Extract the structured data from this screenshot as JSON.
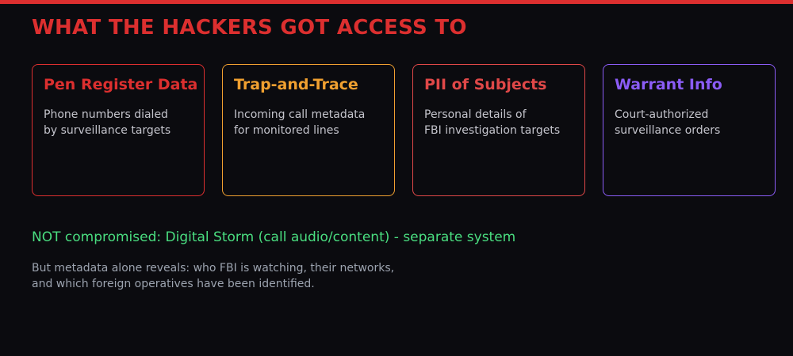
{
  "colors": {
    "background": "#0b0b0f",
    "accent_red": "#dc2f2f",
    "orange": "#f0a030",
    "red_light": "#e04848",
    "purple": "#8b5cf6",
    "green": "#4ade80",
    "gray_text": "#9ca3af"
  },
  "header": {
    "title": "WHAT THE HACKERS GOT ACCESS TO"
  },
  "cards": [
    {
      "title": "Pen Register Data",
      "description": "Phone numbers dialed\nby surveillance targets",
      "color": "#dc2f2f"
    },
    {
      "title": "Trap-and-Trace",
      "description": "Incoming call metadata\nfor monitored lines",
      "color": "#f0a030"
    },
    {
      "title": "PII of Subjects",
      "description": "Personal details of\nFBI investigation targets",
      "color": "#e04848"
    },
    {
      "title": "Warrant Info",
      "description": "Court-authorized\nsurveillance orders",
      "color": "#8b5cf6"
    }
  ],
  "note": "NOT compromised: Digital Storm (call audio/content) - separate system",
  "subtext": "But metadata alone reveals: who FBI is watching, their networks,\nand which foreign operatives have been identified."
}
